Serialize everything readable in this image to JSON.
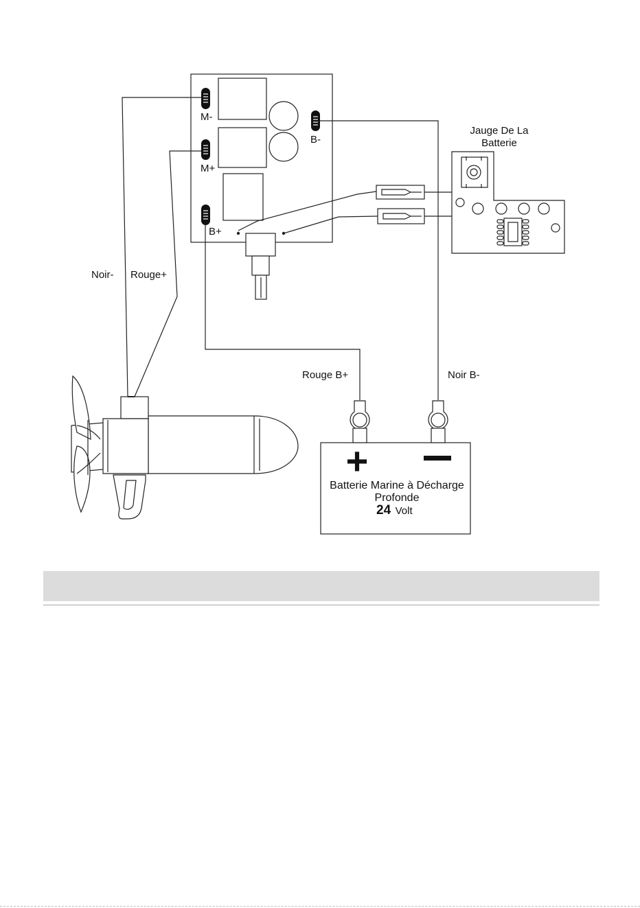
{
  "labels": {
    "m_minus": "M-",
    "m_plus": "M+",
    "b_plus": "B+",
    "b_minus": "B-",
    "gauge_line1": "Jauge De La",
    "gauge_line2": "Batterie",
    "noir": "Noir-",
    "rouge": "Rouge+",
    "rouge_b_plus": "Rouge B+",
    "noir_b_minus": "Noir B-"
  },
  "battery": {
    "plus_symbol": "+",
    "line1": "Batterie Marine à Décharge",
    "line2": "Profonde",
    "voltage_number": "24",
    "voltage_unit": "Volt"
  }
}
